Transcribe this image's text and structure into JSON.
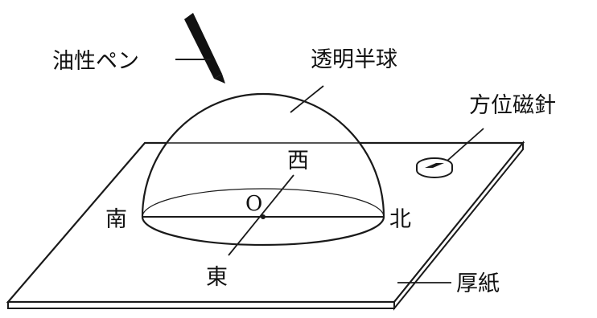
{
  "labels": {
    "pen": "油性ペン",
    "hemisphere": "透明半球",
    "compass": "方位磁針",
    "west": "西",
    "south": "南",
    "north": "北",
    "east": "東",
    "center": "O",
    "cardboard": "厚紙"
  },
  "colors": {
    "line": "#1a1a1a",
    "hemisphere_fill": "#ffffff",
    "pen": "#111111"
  },
  "icons": {
    "pen": "marker-pen-icon",
    "compass": "compass-icon"
  }
}
